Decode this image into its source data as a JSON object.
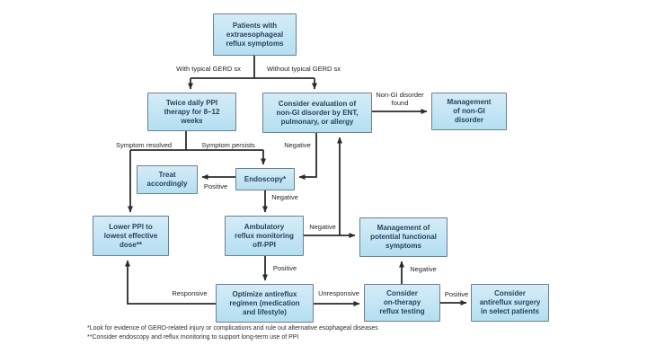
{
  "flowchart": {
    "nodes": {
      "patients": "Patients with\nextraesophageal\nreflux symptoms",
      "twice_daily": "Twice daily PPI\ntherapy for 8–12\nweeks",
      "consider_eval": "Consider evaluation of\nnon-GI disorder by ENT,\npulmonary, or allergy",
      "mgmt_nongi": "Management\nof non-GI\ndisorder",
      "treat": "Treat\naccordingly",
      "endoscopy": "Endoscopy*",
      "lower_ppi": "Lower PPI to\nlowest effective\ndose**",
      "ambulatory": "Ambulatory\nreflux monitoring\noff-PPI",
      "mgmt_functional": "Management of\npotential functional\nsymptoms",
      "optimize": "Optimize antireflux\nregimen (medication\nand lifestyle)",
      "on_therapy": "Consider\non-therapy\nreflux testing",
      "surgery": "Consider\nantireflux surgery\nin select patients"
    },
    "labels": {
      "with_gerd": "With typical GERD sx",
      "without_gerd": "Without typical GERD sx",
      "nongi_found": "Non-GI disorder\nfound",
      "symptom_resolved": "Symptom resolved",
      "symptom_persists": "Symptom persists",
      "negative_to_endoscopy": "Negative",
      "positive_endoscopy": "Positive",
      "negative_endoscopy_down": "Negative",
      "negative_ambulatory": "Negative",
      "positive_ambulatory": "Positive",
      "responsive": "Responsive",
      "unresponsive": "Unresponsive",
      "negative_on_therapy": "Negative",
      "positive_on_therapy": "Positive"
    },
    "footnotes": [
      "*Look for evidence of GERD-related injury or complications and rule out alternative esophageal diseases",
      "**Consider endoscopy and reflux monitoring to support long-term use of PPI"
    ],
    "colors": {
      "node_fill_top": "#d4ecf8",
      "node_fill_bottom": "#b4dff1",
      "node_border": "#6d808c",
      "node_text": "#27435c",
      "line": "#2d2a2b",
      "background": "#ffffff"
    }
  }
}
